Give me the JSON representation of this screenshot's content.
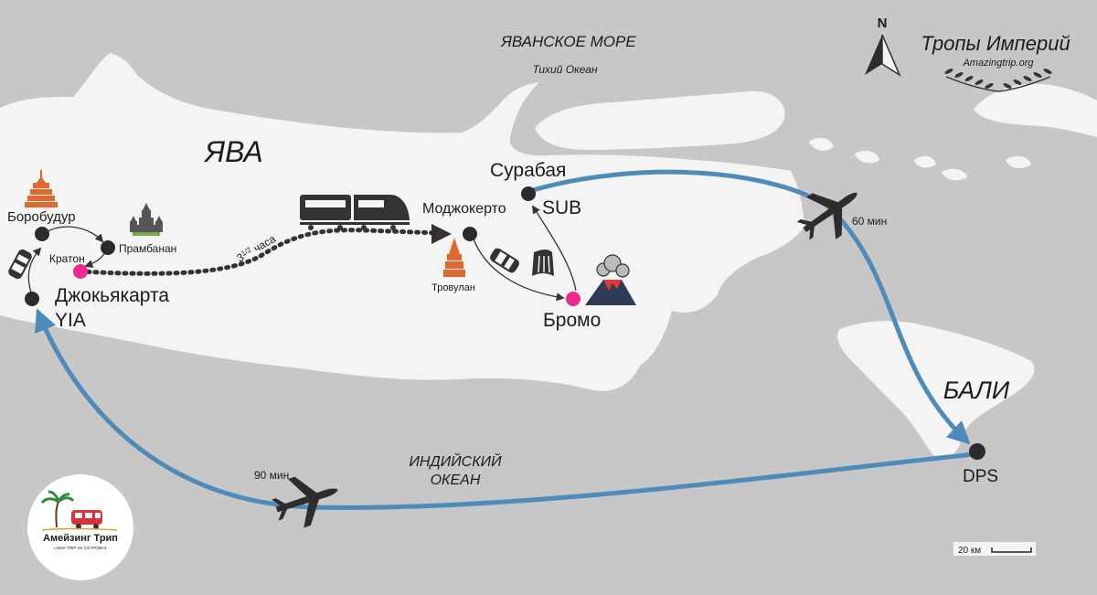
{
  "seas": {
    "java_sea": "ЯВАНСКОЕ МОРЕ",
    "pacific": "Тихий Океан",
    "indian_line1": "ИНДИЙСКИЙ",
    "indian_line2": "ОКЕАН"
  },
  "islands": {
    "java": "ЯВА",
    "bali": "БАЛИ"
  },
  "brand": {
    "compass_letter": "N",
    "title": "Тропы Империй",
    "site": "Amazingtrip.org"
  },
  "places": {
    "borobudur": "Боробудур",
    "prambanan": "Прамбанан",
    "kraton": "Кратон",
    "yogyakarta": "Джокьякарта",
    "yia": "YIA",
    "mojokerto": "Моджокерто",
    "trowulan": "Тровулан",
    "surabaya": "Сурабая",
    "sub": "SUB",
    "bromo": "Бромо",
    "dps": "DPS"
  },
  "routes": {
    "train_dur_main": "3",
    "train_dur_frac": "1/2",
    "train_dur_unit": " часа",
    "flight_sub_dps": "60 мин",
    "flight_dps_yia": "90 мин"
  },
  "logo": {
    "name": "Амейзинг Трип",
    "tagline": "LONG TRIP НА ОСТРОВАХ"
  },
  "scale": {
    "label": "20 км"
  },
  "colors": {
    "sea": "#c7c7c7",
    "land": "#f4f4f4",
    "flight_route": "#4f8bb8",
    "stop_pink": "#ee2a8f",
    "stop_dark": "#2b2b2b",
    "temple_orange": "#e0692e"
  }
}
